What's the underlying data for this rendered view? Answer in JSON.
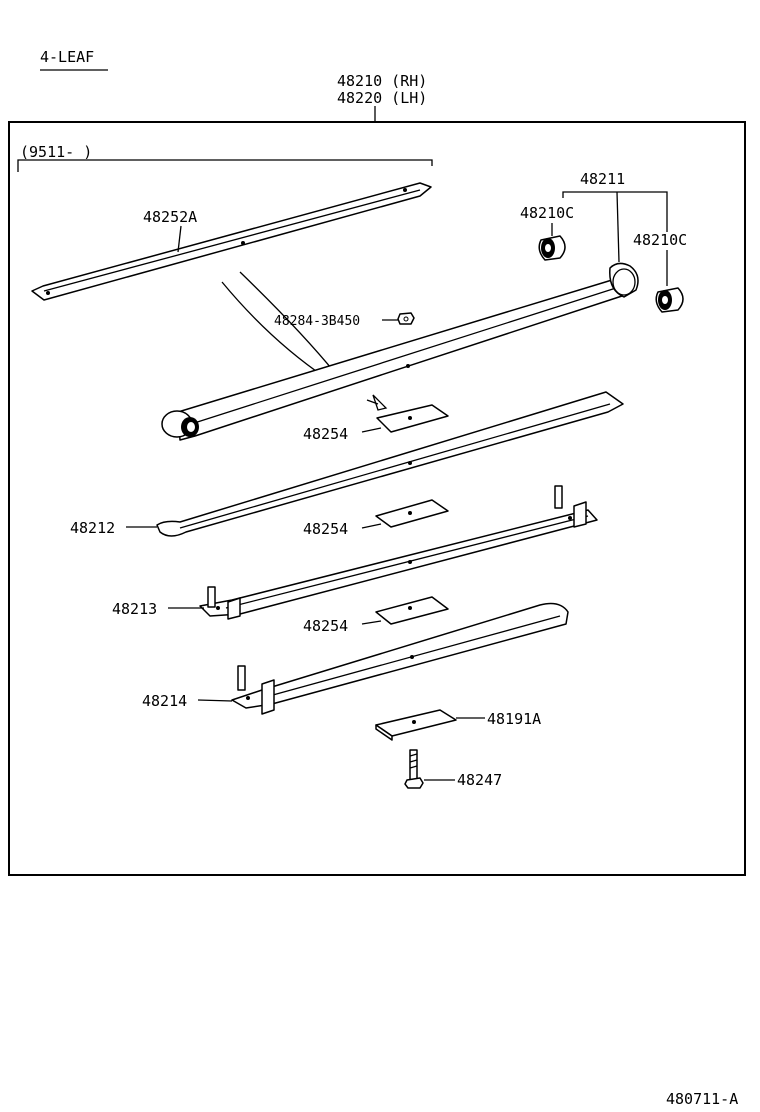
{
  "header": {
    "variant": "4-LEAF",
    "assembly_rh": "48210 (RH)",
    "assembly_lh": "48220 (LH)"
  },
  "date_note": "(9511-      )",
  "parts": {
    "overload_leaf": "48252A",
    "bolt": "48284-3B450",
    "main_leaf_group": "48211",
    "bushing_left": "48210C",
    "bushing_right": "48210C",
    "liner_1": "48254",
    "leaf_2": "48212",
    "liner_2": "48254",
    "leaf_3": "48213",
    "liner_3": "48254",
    "leaf_4": "48214",
    "spacer": "48191A",
    "center_bolt": "48247"
  },
  "footer": {
    "diagram_code": "480711-A"
  }
}
